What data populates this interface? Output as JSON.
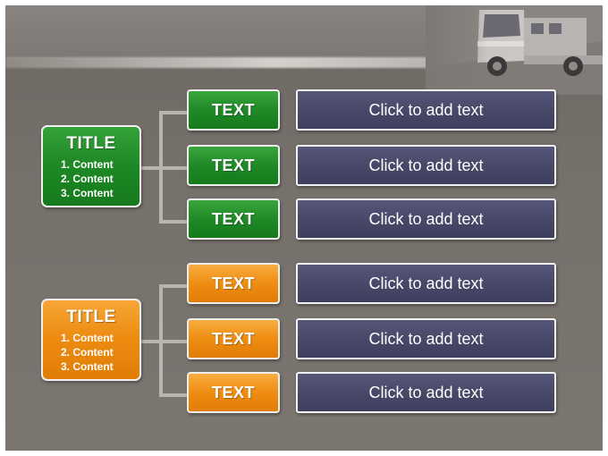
{
  "groups": [
    {
      "title": "TITLE",
      "contents": [
        "1. Content",
        "2. Content",
        "3. Content"
      ],
      "color": "#1f8a26",
      "rows": [
        {
          "label": "TEXT",
          "placeholder": "Click to add text"
        },
        {
          "label": "TEXT",
          "placeholder": "Click to add text"
        },
        {
          "label": "TEXT",
          "placeholder": "Click to add text"
        }
      ]
    },
    {
      "title": "TITLE",
      "contents": [
        "1. Content",
        "2. Content",
        "3. Content"
      ],
      "color": "#ee8d12",
      "rows": [
        {
          "label": "TEXT",
          "placeholder": "Click to add text"
        },
        {
          "label": "TEXT",
          "placeholder": "Click to add text"
        },
        {
          "label": "TEXT",
          "placeholder": "Click to add text"
        }
      ]
    }
  ],
  "colors": {
    "background": "#77716c",
    "placeholder_box": "#484868",
    "connector": "#b9b4af"
  },
  "decoration": "truck-image"
}
